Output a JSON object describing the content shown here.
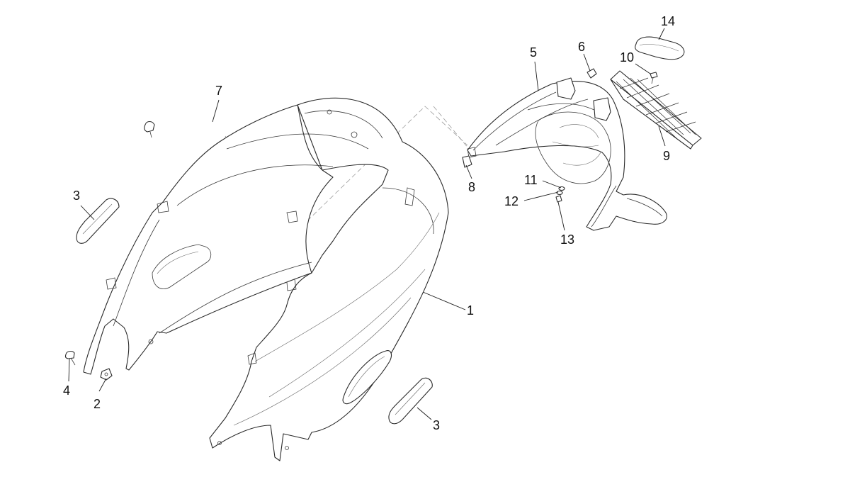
{
  "diagram": {
    "callouts": [
      {
        "id": "c1",
        "label": "1"
      },
      {
        "id": "c2",
        "label": "2"
      },
      {
        "id": "c3a",
        "label": "3"
      },
      {
        "id": "c3b",
        "label": "3"
      },
      {
        "id": "c4",
        "label": "4"
      },
      {
        "id": "c5",
        "label": "5"
      },
      {
        "id": "c6",
        "label": "6"
      },
      {
        "id": "c7",
        "label": "7"
      },
      {
        "id": "c8",
        "label": "8"
      },
      {
        "id": "c9",
        "label": "9"
      },
      {
        "id": "c10",
        "label": "10"
      },
      {
        "id": "c11",
        "label": "11"
      },
      {
        "id": "c12",
        "label": "12"
      },
      {
        "id": "c13",
        "label": "13"
      },
      {
        "id": "c14",
        "label": "14"
      }
    ]
  }
}
